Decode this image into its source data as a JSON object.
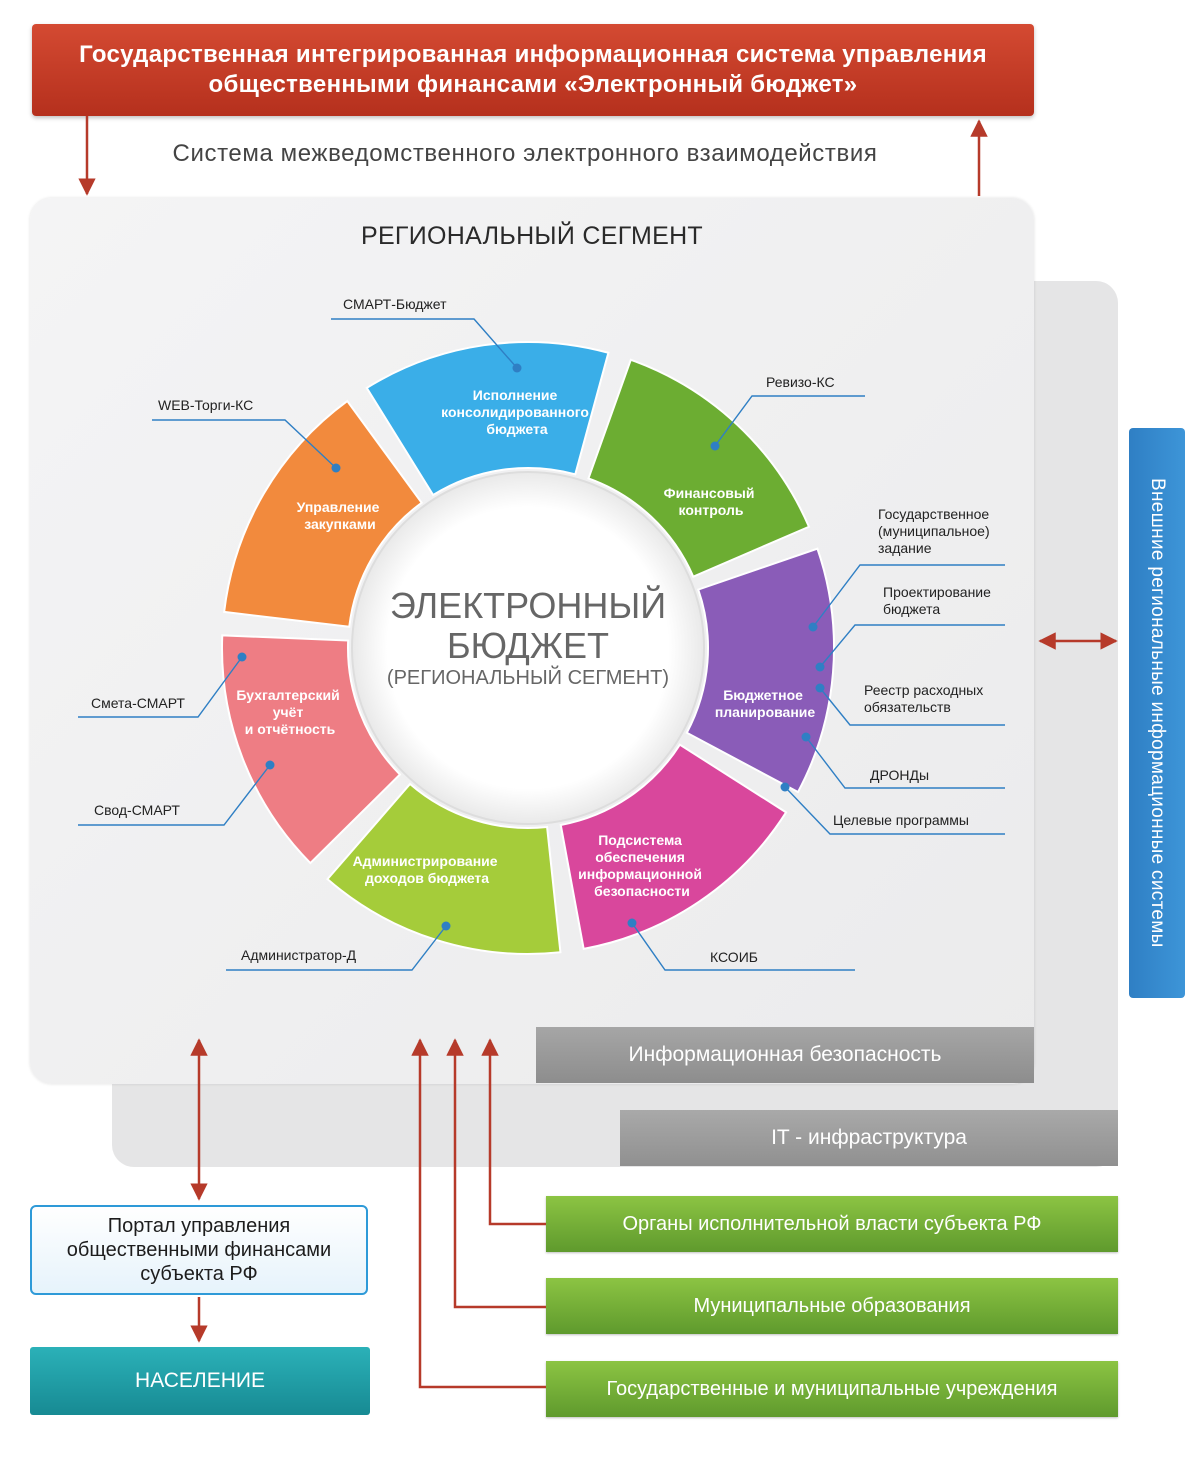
{
  "header": {
    "line1": "Государственная интегрированная информационная система управления",
    "line2": "общественными финансами «Электронный бюджет»"
  },
  "smev_caption": "Система межведомственного электронного взаимодействия",
  "regional_title": "РЕГИОНАЛЬНЫЙ СЕГМЕНТ",
  "center": {
    "line1": "ЭЛЕКТРОННЫЙ",
    "line2": "БЮДЖЕТ",
    "line3": "(РЕГИОНАЛЬНЫЙ СЕГМЕНТ)"
  },
  "segments": [
    {
      "lines": [
        "Исполнение",
        "консолидированного",
        "бюджета"
      ],
      "color": "#3aaee8"
    },
    {
      "lines": [
        "Финансовый",
        "контроль"
      ],
      "color": "#6cad32"
    },
    {
      "lines": [
        "Бюджетное",
        "планирование"
      ],
      "color": "#8a5cb8"
    },
    {
      "lines": [
        "Подсистема",
        "обеспечения",
        "информационной",
        "безопасности"
      ],
      "color": "#d9479c"
    },
    {
      "lines": [
        "Администрирование",
        "доходов бюджета"
      ],
      "color": "#a5cc3a"
    },
    {
      "lines": [
        "Бухгалтерский",
        "учёт",
        "и отчётность"
      ],
      "color": "#ee7d84"
    },
    {
      "lines": [
        "Управление",
        "закупками"
      ],
      "color": "#f28a3d"
    }
  ],
  "callouts": [
    {
      "lines": [
        "СМАРТ-Бюджет"
      ]
    },
    {
      "lines": [
        "Ревизо-КС"
      ]
    },
    {
      "lines": [
        "WEB-Торги-КС"
      ]
    },
    {
      "lines": [
        "Государственное",
        "(муниципальное)",
        "задание"
      ]
    },
    {
      "lines": [
        "Проектирование",
        "бюджета"
      ]
    },
    {
      "lines": [
        "Реестр расходных",
        "обязательств"
      ]
    },
    {
      "lines": [
        "ДРОНДы"
      ]
    },
    {
      "lines": [
        "Целевые программы"
      ]
    },
    {
      "lines": [
        "Смета-СМАРТ"
      ]
    },
    {
      "lines": [
        "Свод-СМАРТ"
      ]
    },
    {
      "lines": [
        "Администратор-Д"
      ]
    },
    {
      "lines": [
        "КСОИБ"
      ]
    }
  ],
  "infosec_bar": "Информационная безопасность",
  "it_bar": "IT - инфраструктура",
  "external_systems": "Внешние региональные информационные системы",
  "portal": {
    "line1": "Портал управления",
    "line2": "общественными финансами",
    "line3": "субъекта РФ"
  },
  "population": "НАСЕЛЕНИЕ",
  "orgs": [
    "Органы исполнительной власти субъекта РФ",
    "Муниципальные образования",
    "Государственные и муниципальные учреждения"
  ],
  "colors": {
    "header_red": "#c23a24",
    "arrow_red": "#b63a2a",
    "callout_line": "#2f7fc4",
    "green_bar": "#76b038",
    "teal_box": "#1f9ea6",
    "blue_bar": "#3389cf"
  }
}
